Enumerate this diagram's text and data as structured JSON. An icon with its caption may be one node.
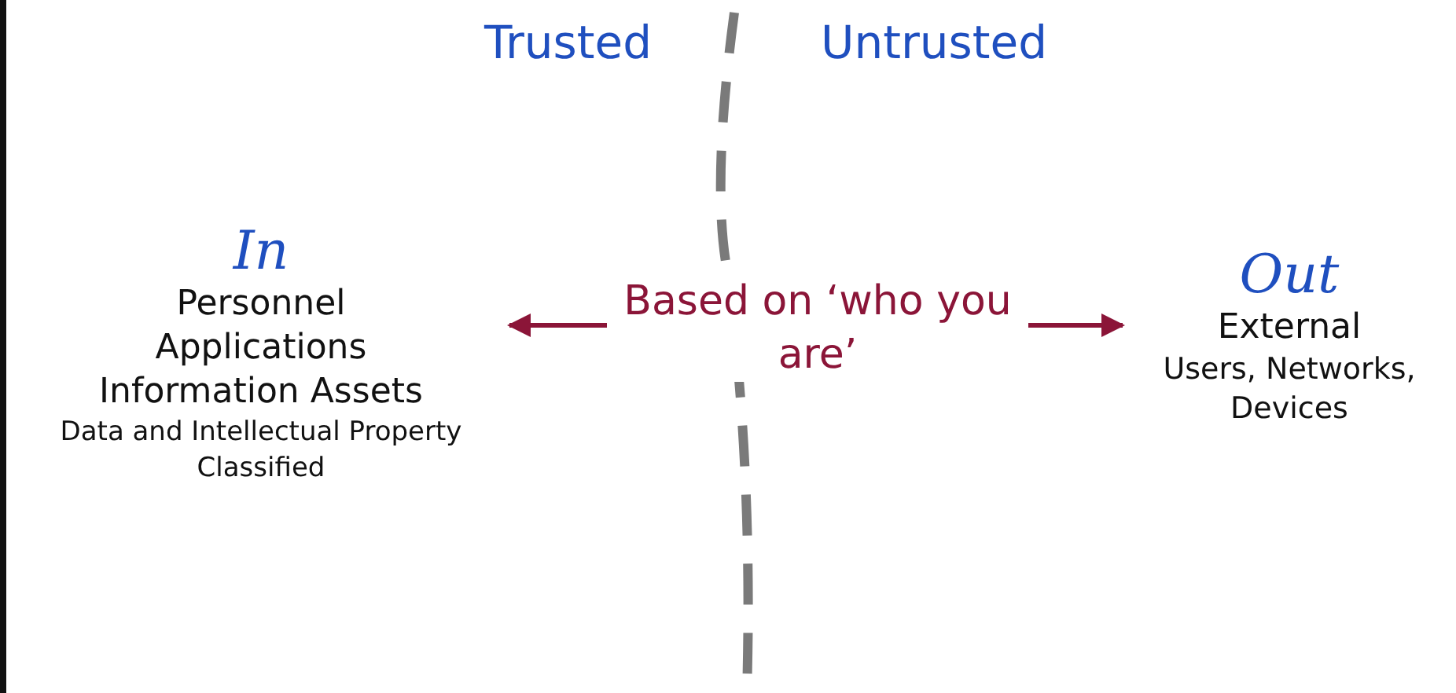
{
  "diagram": {
    "nodes": [
      {
        "text": [
          "In",
          "Personnel",
          "Applications",
          "Information Assets",
          "Data and Intellectual Property Classified"
        ]
      },
      {
        "text": [
          "Out",
          "External",
          "Users, Networks, Devices"
        ]
      }
    ],
    "edges": [
      {
        "from": 0,
        "to": 1,
        "arrow": "both",
        "label": "Based on ‘who you are’",
        "color": "#8b1538"
      }
    ],
    "labels": [
      "Trusted",
      "Untrusted"
    ]
  }
}
